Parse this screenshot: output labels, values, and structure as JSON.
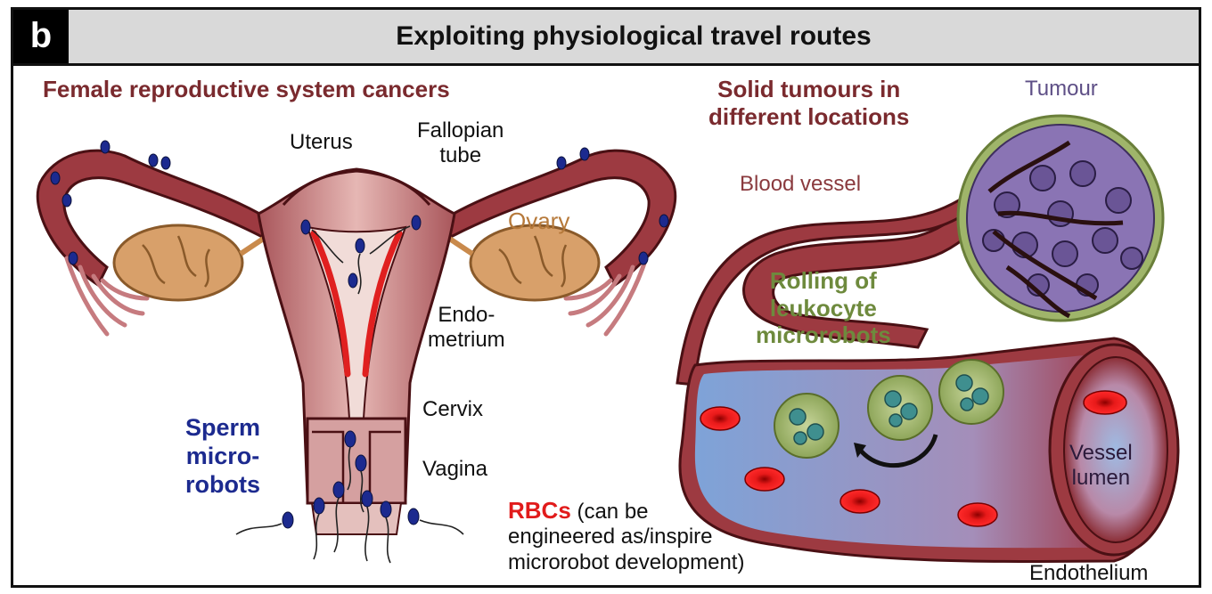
{
  "panel": {
    "letter": "b",
    "title": "Exploiting physiological travel routes"
  },
  "left": {
    "heading": "Female reproductive system cancers",
    "labels": {
      "uterus": "Uterus",
      "fallopian_1": "Fallopian",
      "fallopian_2": "tube",
      "ovary": "Ovary",
      "endometrium_1": "Endo-",
      "endometrium_2": "metrium",
      "cervix": "Cervix",
      "vagina": "Vagina",
      "sperm_1": "Sperm",
      "sperm_2": "micro-",
      "sperm_3": "robots"
    }
  },
  "right": {
    "heading_1": "Solid tumours in",
    "heading_2": "different locations",
    "labels": {
      "tumour": "Tumour",
      "blood_vessel": "Blood vessel",
      "rolling_1": "Rolling of",
      "rolling_2": "leukocyte",
      "rolling_3": "microrobots",
      "vessel_1": "Vessel",
      "vessel_2": "lumen",
      "endothelium": "Endothelium"
    }
  },
  "rbc": {
    "highlight": "RBCs",
    "line_1": " (can be",
    "line_2": "engineered as/inspire",
    "line_3": "microrobot development)"
  },
  "colors": {
    "tissue": "#8b2e36",
    "tissue_light": "#c98a8c",
    "ovary": "#d8a06a",
    "sperm": "#1c2a8f",
    "rbc": "#e11b1b",
    "lumen": "#8aa6d6",
    "tumour": "#7e6aa6",
    "leukocyte": "#9fb56a"
  }
}
